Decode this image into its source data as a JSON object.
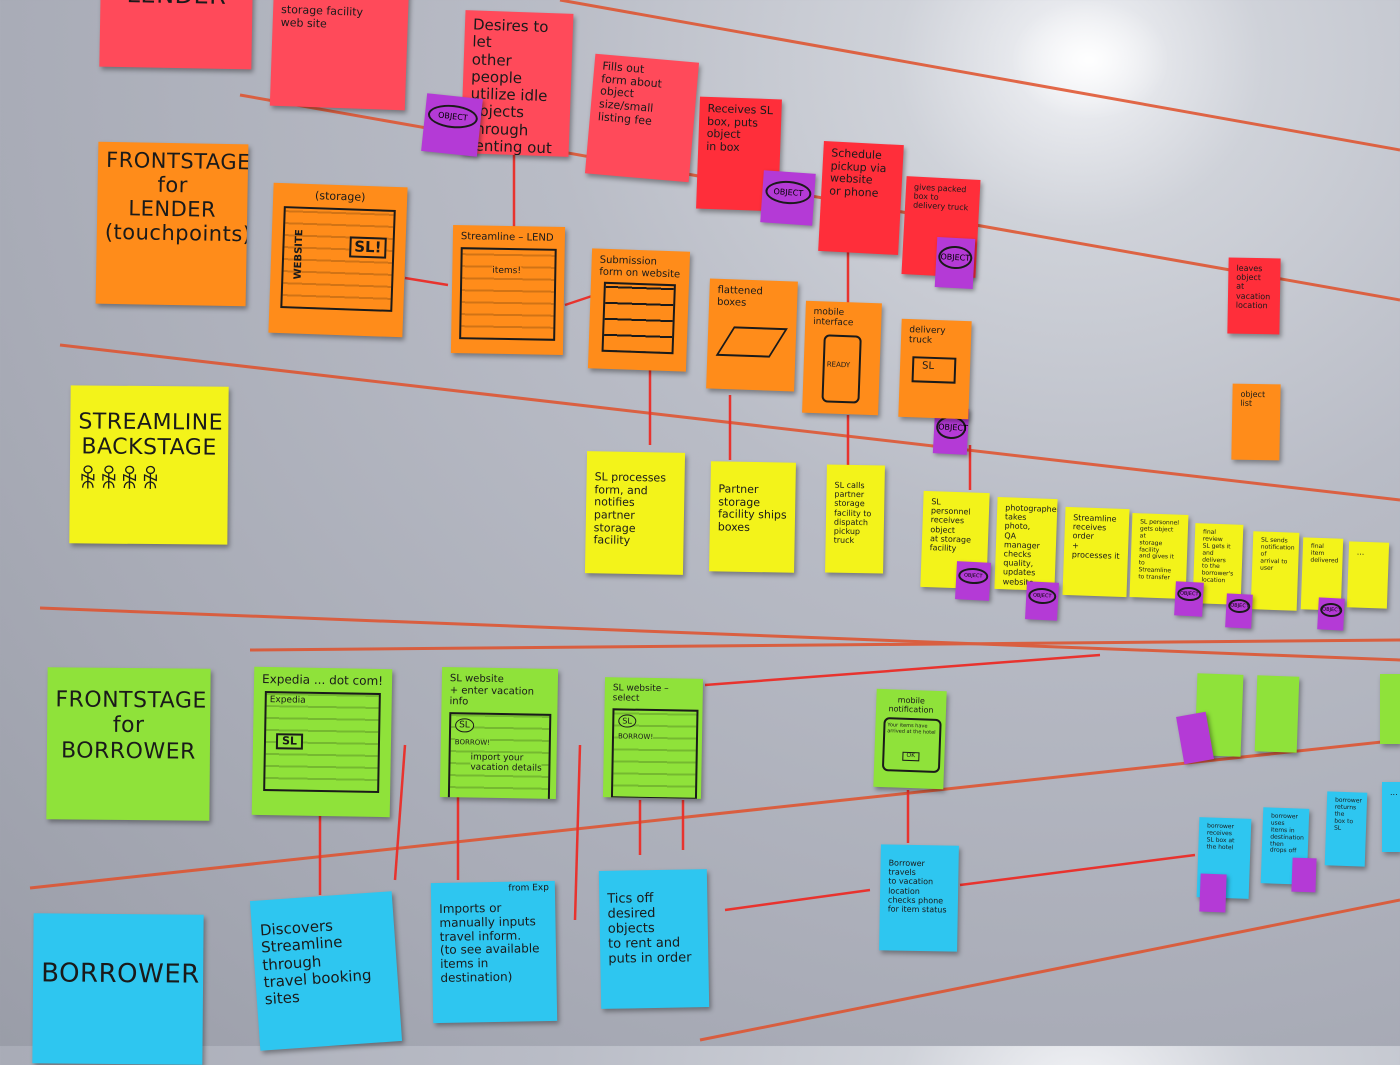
{
  "board": {
    "lanes": {
      "lender": "FRONTSTAGE\nfor\nLENDER\n(touchpoints)",
      "backstage": "STREAMLINE\nBACKSTAGE",
      "backstage_people": "ꆜꆜꆜꆜ",
      "borrower_front": "FRONTSTAGE\nfor\nBORROWER",
      "borrower": "BORROWER"
    },
    "top_notes": {
      "lender_partial": "LENDER",
      "storage_web": "storage facility\nweb site",
      "desires": "Desires to let\nother people\nutilize idle\nobjects through\nrenting out",
      "fills_out": "Fills out\nform about\nobject\nsize/small\nlisting fee",
      "receives": "Receives SL\nbox, puts object\nin box",
      "schedule": "Schedule\npickup via\nwebsite\nor phone",
      "gives_packed": "gives packed\nbox to\ndelivery truck"
    },
    "touchpoints": {
      "website": "WEBSITE",
      "website_storage": "(storage)",
      "website_sl": "SL!",
      "streamline_lend": "Streamline – LEND",
      "streamline_items": "items!",
      "submission": "Submission\nform on website",
      "flattened": "flattened boxes",
      "mobile_interface": "mobile interface",
      "mobile_ready": "READY",
      "delivery_truck": "delivery truck",
      "truck_sl": "SL"
    },
    "backstage_notes": {
      "sl_processes": "SL processes\nform, and notifies\npartner storage\nfacility",
      "partner_ships": "Partner storage\nfacility ships\nboxes",
      "sl_calls": "SL calls\npartner storage\nfacility to\ndispatch pickup\ntruck",
      "personnel": "SL personnel\nreceives object\nat storage\nfacility",
      "photographer": "photographer\ntakes photo,\nQA manager\nchecks quality,\nupdates website",
      "receives_order": "Streamline\nreceives order\n+ processes it",
      "sl_personnel_gets": "SL personnel\ngets object at\nstorage facility\nand gives it\nto Streamline\nto transfer",
      "final": "final review\nSL gets it\nand delivers\nto the\nborrower's\nlocation",
      "sl_sends": "SL sends\nnotification of\narrival to user",
      "right_1": "final\nitem\ndelivered",
      "right_2": "..."
    },
    "borrower_front_notes": {
      "expedia": "Expedia ... dot com!",
      "expedia_logo": "Expedia",
      "expedia_sl": "SL",
      "sl_website_vacation": "SL website\n+ enter vacation info",
      "sl_badge": "SL",
      "import_text": "import your\nvacation details",
      "borrow": "BORROW!",
      "sl_website_select": "SL website – select",
      "sl_website_sl": "SL",
      "borrow2": "BORROW!",
      "mobile_notification": "mobile\nnotification",
      "notif_text": "Your items have\narrived at the hotel",
      "notif_ok": "OK"
    },
    "borrower_notes": {
      "discovers": "Discovers\nStreamline through\ntravel booking\nsites",
      "imports": "Imports or\nmanually inputs\ntravel inform.\n(to see available\nitems in destination)",
      "imports_from": "from Exp",
      "ticks": "Tics off\ndesired objects\nto rent and\nputs in order",
      "travels": "Borrower travels\nto vacation\nlocation\nchecks phone\nfor item status",
      "far_1": "borrower receives\nSL box at\nthe hotel",
      "far_2": "borrower uses\nitems in\ndestination\nthen drops off",
      "far_3": "borrower\nreturns the\nbox to SL",
      "far_4": "..."
    },
    "object_tag": "OBJECT",
    "far_notes": {
      "red_right": "leaves object\nat\nvacation\nlocation",
      "orange_right": "object\nlist"
    }
  }
}
